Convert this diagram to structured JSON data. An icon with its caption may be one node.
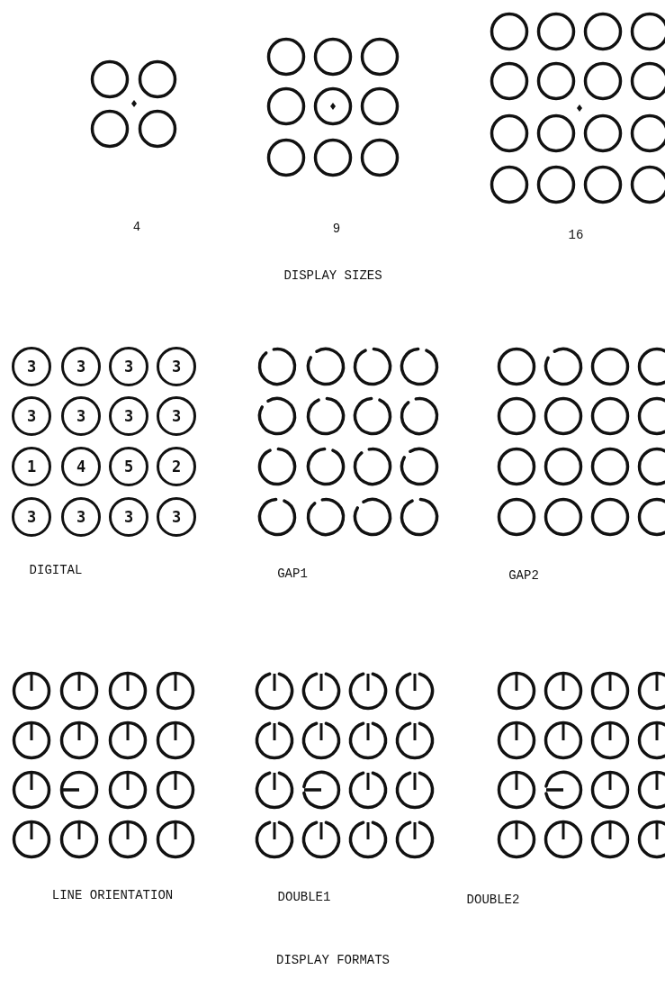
{
  "diagram": {
    "nodes": [
      {
        "text": [
          "3"
        ]
      },
      {
        "text": [
          "3"
        ]
      },
      {
        "text": [
          "3"
        ]
      },
      {
        "text": [
          "3"
        ]
      },
      {
        "text": [
          "3"
        ]
      },
      {
        "text": [
          "3"
        ]
      },
      {
        "text": [
          "3"
        ]
      },
      {
        "text": [
          "3"
        ]
      },
      {
        "text": [
          "1"
        ]
      },
      {
        "text": [
          "4"
        ]
      },
      {
        "text": [
          "5"
        ]
      },
      {
        "text": [
          "2"
        ]
      },
      {
        "text": [
          "3"
        ]
      },
      {
        "text": [
          "3"
        ]
      },
      {
        "text": [
          "3"
        ]
      },
      {
        "text": [
          "3"
        ]
      }
    ],
    "labels": [
      "4",
      "9",
      "16",
      "DISPLAY SIZES",
      "DIGITAL",
      "GAP1",
      "GAP2",
      "LINE ORIENTATION",
      "DOUBLE1",
      "DOUBLE2",
      "DISPLAY FORMATS"
    ]
  }
}
